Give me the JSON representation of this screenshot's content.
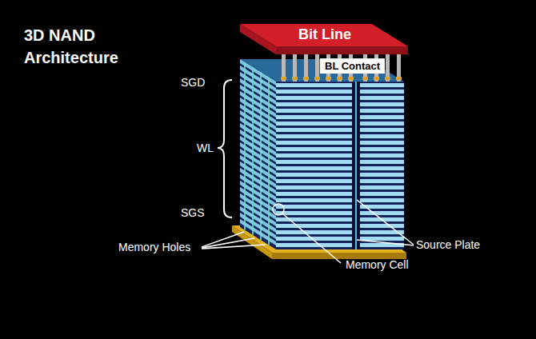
{
  "diagram": {
    "title": "3D NAND Architecture",
    "nodes": [
      {
        "text": [
          "Bit Line"
        ]
      },
      {
        "text": [
          "BL Contact"
        ]
      }
    ],
    "labels": [
      "SGD",
      "WL",
      "SGS",
      "Memory Holes",
      "Source Plate",
      "Memory Cell"
    ]
  }
}
